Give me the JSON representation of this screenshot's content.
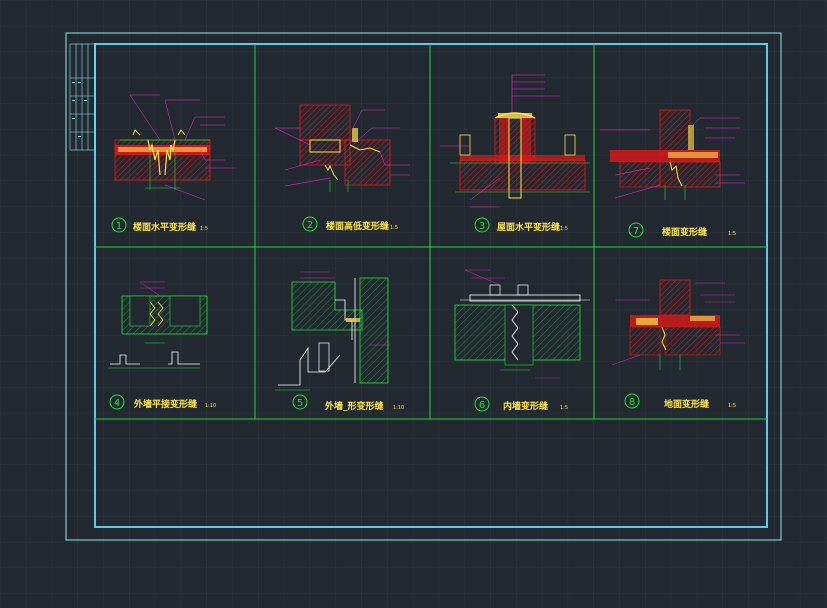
{
  "colors": {
    "background": "#212830",
    "grid": "#2d3540",
    "sheet_border": "#8fe8f0",
    "frame": "#5ec8e6",
    "panel_lines": "#22d33a",
    "annotation": "#ff2bd8",
    "hatch_red": "#e01818",
    "fill_yellow": "#ffe44a",
    "detail_green": "#22e03a",
    "white": "#ffffff"
  },
  "details": [
    {
      "number": "1",
      "title": "楼面水平变形缝",
      "scale": "1:5"
    },
    {
      "number": "2",
      "title": "楼面高低变形缝",
      "scale": "1:5"
    },
    {
      "number": "3",
      "title": "屋面水平变形缝",
      "scale": "1:5"
    },
    {
      "number": "7",
      "title": "楼面变形缝",
      "scale": "1:5"
    },
    {
      "number": "4",
      "title": "外墙平接变形缝",
      "scale": "1:10"
    },
    {
      "number": "5",
      "title": "外墙_形变形缝",
      "scale": "1:10"
    },
    {
      "number": "6",
      "title": "内墙变形缝",
      "scale": "1:5"
    },
    {
      "number": "8",
      "title": "地面变形缝",
      "scale": "1:5"
    }
  ]
}
